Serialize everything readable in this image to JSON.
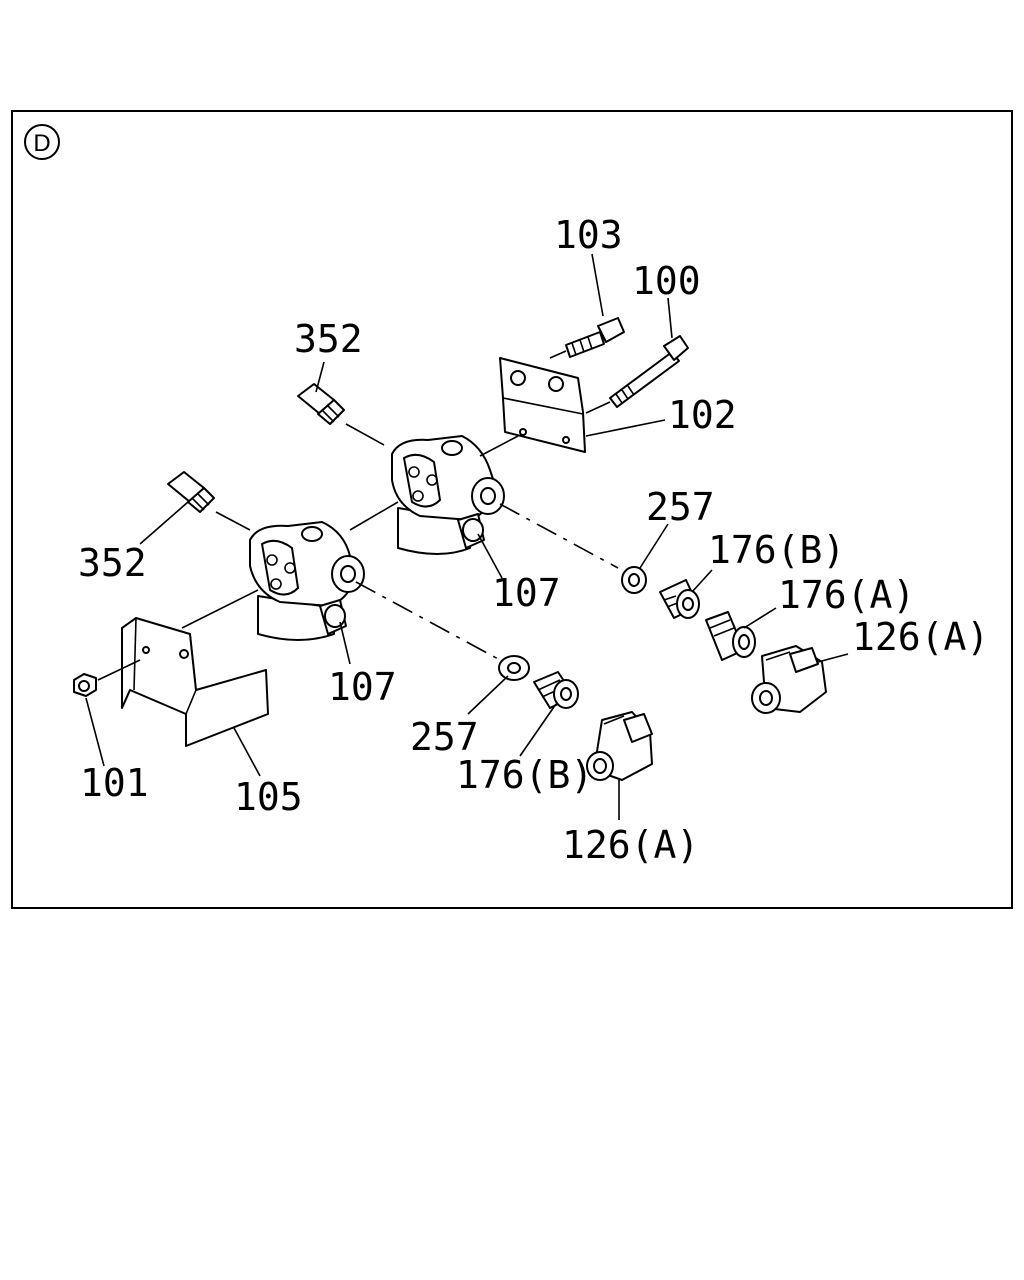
{
  "view_badge": "D",
  "labels": {
    "p103": "103",
    "p100": "100",
    "p102": "102",
    "p352_upper": "352",
    "p352_lower": "352",
    "p107_upper": "107",
    "p107_lower": "107",
    "p257_upper": "257",
    "p257_lower": "257",
    "p176b_upper": "176(B)",
    "p176a_upper": "176(A)",
    "p126a_upper": "126(A)",
    "p176b_lower": "176(B)",
    "p126a_lower": "126(A)",
    "p101": "101",
    "p105": "105"
  }
}
